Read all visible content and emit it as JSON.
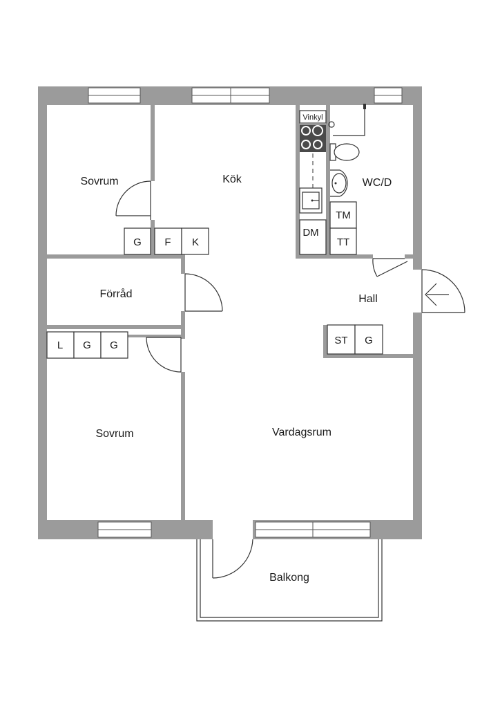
{
  "rooms": {
    "sovrum_top": "Sovrum",
    "kok": "Kök",
    "wc": "WC/D",
    "forrad": "Förråd",
    "hall": "Hall",
    "sovrum_bottom": "Sovrum",
    "vardagsrum": "Vardagsrum",
    "balkong": "Balkong"
  },
  "fixtures": {
    "g1": "G",
    "f": "F",
    "k": "K",
    "vinkyl": "Vinkyl",
    "tm": "TM",
    "dm": "DM",
    "tt": "TT",
    "st": "ST",
    "g2": "G",
    "l": "L",
    "g3": "G",
    "g4": "G"
  },
  "colors": {
    "wall": "#9b9b9b",
    "line": "#333333",
    "background": "#ffffff"
  }
}
